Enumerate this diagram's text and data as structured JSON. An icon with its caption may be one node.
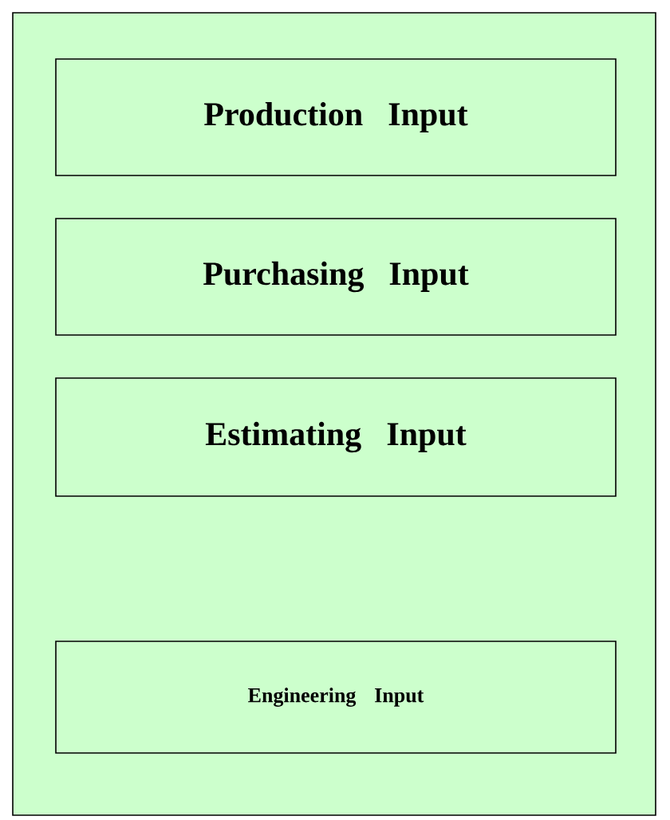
{
  "diagram": {
    "nodes": [
      {
        "text": [],
        "shape": "box"
      },
      {
        "text": [
          "Production Input"
        ],
        "in": 0
      },
      {
        "text": [
          "Purchasing Input"
        ],
        "in": 0
      },
      {
        "text": [
          "Estimating Input"
        ],
        "in": 0
      },
      {
        "text": [
          "Engineering Input"
        ],
        "in": 0
      }
    ]
  }
}
